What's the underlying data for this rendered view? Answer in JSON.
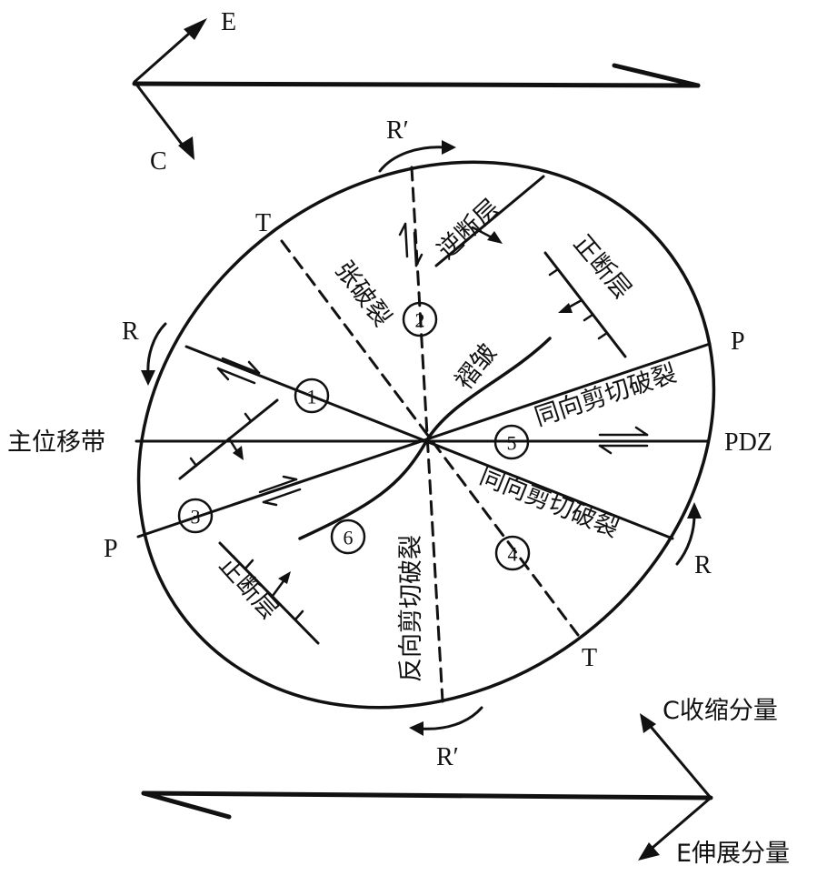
{
  "axes": {
    "E": "E",
    "C": "C",
    "C_compression": "C收缩分量",
    "E_extension": "E伸展分量"
  },
  "shear_labels": {
    "R_prime_top": "R′",
    "R_prime_bottom": "R′",
    "R_left": "R",
    "R_right": "R",
    "T_top": "T",
    "T_bottom": "T",
    "P_left": "P",
    "P_right": "P",
    "PDZ": "PDZ"
  },
  "zone_labels": {
    "main_displacement_zone": "主位移带",
    "reverse_fault": "逆断层",
    "normal_fault_top": "正断层",
    "normal_fault_bottom": "正断层",
    "tension_fracture": "张破裂",
    "fold": "褶皱",
    "synthetic_shear_top": "同向剪切破裂",
    "synthetic_shear_bottom": "同向剪切破裂",
    "antithetic_shear": "反向剪切破裂"
  },
  "numbers": {
    "n1": "1",
    "n2": "2",
    "n3": "3",
    "n4": "4",
    "n5": "5",
    "n6": "6"
  }
}
